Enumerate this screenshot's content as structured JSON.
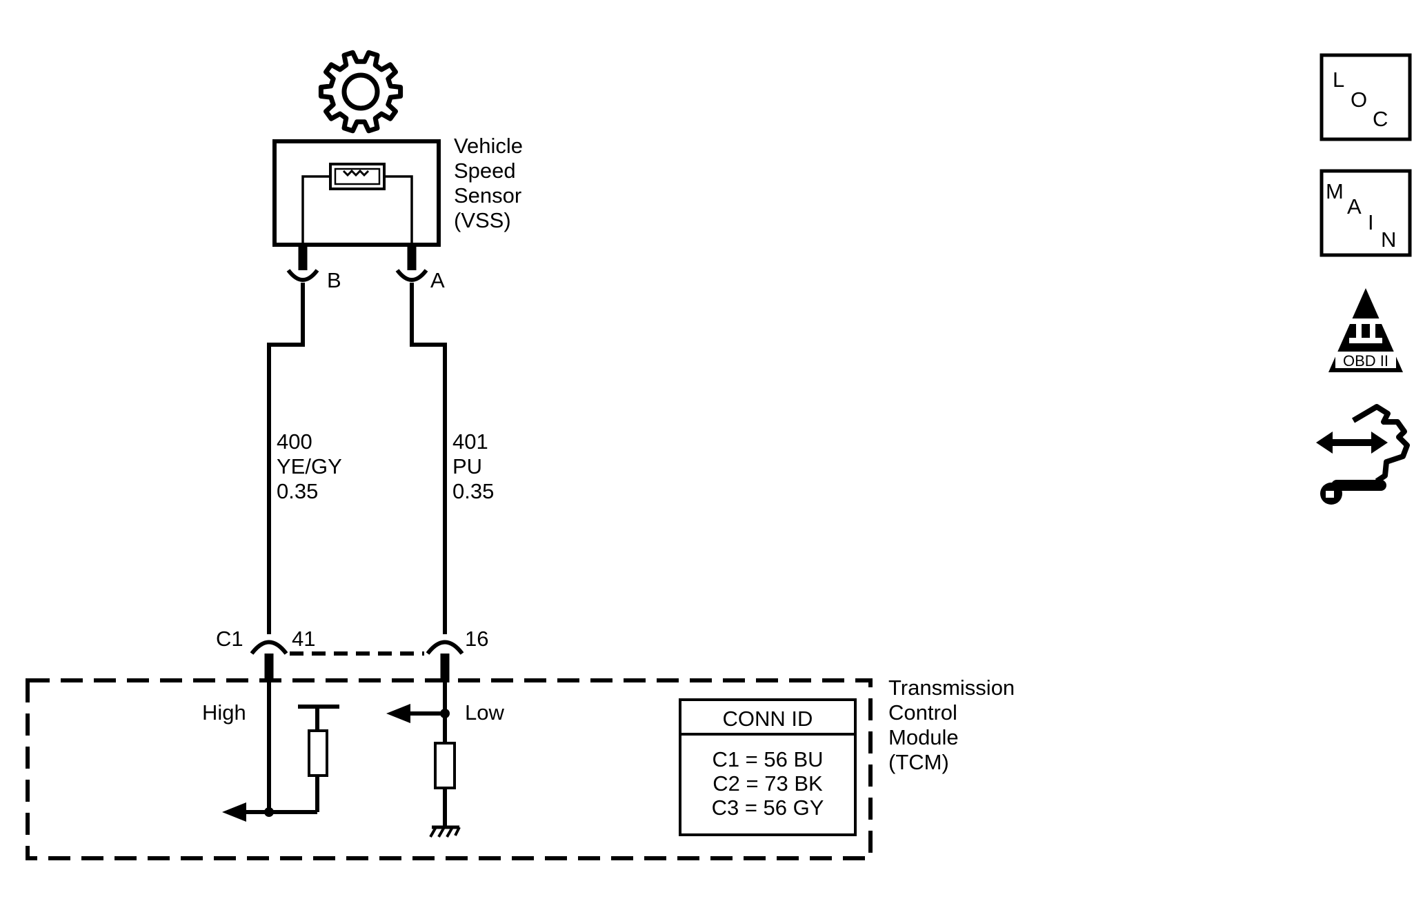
{
  "sensor": {
    "name_lines": [
      "Vehicle",
      "Speed",
      "Sensor",
      "(VSS)"
    ],
    "icon": "gear-icon"
  },
  "connectors": {
    "sensor_pin_b": "B",
    "sensor_pin_a": "A",
    "tcm_connector": "C1",
    "tcm_pin_high": "41",
    "tcm_pin_low": "16"
  },
  "wires": [
    {
      "circuit": "400",
      "color": "YE/GY",
      "gauge": "0.35"
    },
    {
      "circuit": "401",
      "color": "PU",
      "gauge": "0.35"
    }
  ],
  "tcm": {
    "name_lines": [
      "Transmission",
      "Control",
      "Module",
      "(TCM)"
    ],
    "signal_high": "High",
    "signal_low": "Low"
  },
  "conn_id": {
    "title": "CONN ID",
    "rows": [
      "C1 = 56 BU",
      "C2 = 73 BK",
      "C3 = 56 GY"
    ]
  },
  "nav_icons": {
    "loc": {
      "letters": [
        "L",
        "O",
        "C"
      ]
    },
    "main": {
      "letters": [
        "M",
        "A",
        "I",
        "N"
      ]
    },
    "obd": {
      "numeral": "II",
      "label": "OBD II"
    },
    "connector_repair": {
      "icon": "connector-repair-icon"
    }
  }
}
